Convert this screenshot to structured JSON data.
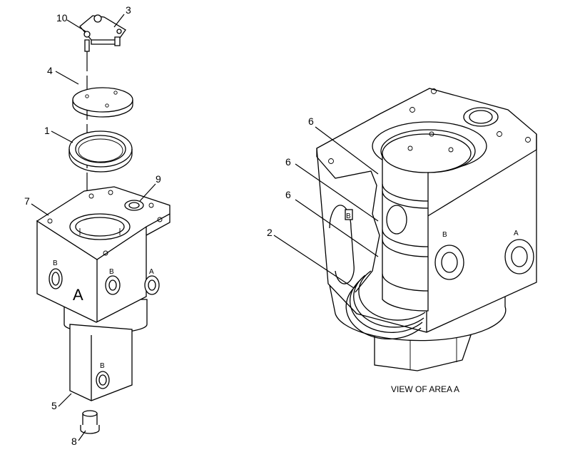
{
  "callouts": {
    "c10": "10",
    "c3": "3",
    "c4": "4",
    "c1": "1",
    "c9": "9",
    "c7": "7",
    "c5": "5",
    "c8": "8",
    "c6a": "6",
    "c6b": "6",
    "c6c": "6",
    "c2": "2"
  },
  "port_labels": {
    "left_b_side": "B",
    "left_b_front": "B",
    "left_a_front": "A",
    "left_b_lower": "B",
    "right_b_bore": "B",
    "right_b_front": "B",
    "right_a_front": "A"
  },
  "area_marker": "A",
  "caption": "VIEW OF AREA A"
}
